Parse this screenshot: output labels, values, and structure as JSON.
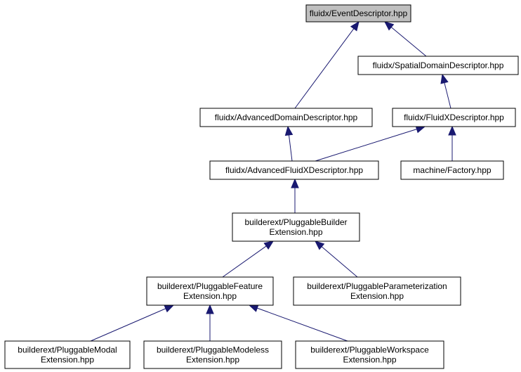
{
  "graph": {
    "nodes": [
      {
        "id": "event",
        "lines": [
          "fluidx/EventDescriptor.hpp"
        ],
        "highlight": true
      },
      {
        "id": "spatial",
        "lines": [
          "fluidx/SpatialDomainDescriptor.hpp"
        ]
      },
      {
        "id": "advdomain",
        "lines": [
          "fluidx/AdvancedDomainDescriptor.hpp"
        ]
      },
      {
        "id": "fluidxdesc",
        "lines": [
          "fluidx/FluidXDescriptor.hpp"
        ]
      },
      {
        "id": "advfluidx",
        "lines": [
          "fluidx/AdvancedFluidXDescriptor.hpp"
        ]
      },
      {
        "id": "factory",
        "lines": [
          "machine/Factory.hpp"
        ]
      },
      {
        "id": "builder",
        "lines": [
          "builderext/PluggableBuilder",
          "Extension.hpp"
        ]
      },
      {
        "id": "feature",
        "lines": [
          "builderext/PluggableFeature",
          "Extension.hpp"
        ]
      },
      {
        "id": "param",
        "lines": [
          "builderext/PluggableParameterization",
          "Extension.hpp"
        ]
      },
      {
        "id": "modal",
        "lines": [
          "builderext/PluggableModal",
          "Extension.hpp"
        ]
      },
      {
        "id": "modeless",
        "lines": [
          "builderext/PluggableModeless",
          "Extension.hpp"
        ]
      },
      {
        "id": "workspace",
        "lines": [
          "builderext/PluggableWorkspace",
          "Extension.hpp"
        ]
      }
    ],
    "edges": [
      {
        "from": "advdomain",
        "to": "event"
      },
      {
        "from": "spatial",
        "to": "event"
      },
      {
        "from": "fluidxdesc",
        "to": "spatial"
      },
      {
        "from": "advfluidx",
        "to": "advdomain"
      },
      {
        "from": "advfluidx",
        "to": "fluidxdesc"
      },
      {
        "from": "factory",
        "to": "fluidxdesc"
      },
      {
        "from": "builder",
        "to": "advfluidx"
      },
      {
        "from": "feature",
        "to": "builder"
      },
      {
        "from": "param",
        "to": "builder"
      },
      {
        "from": "modal",
        "to": "feature"
      },
      {
        "from": "modeless",
        "to": "feature"
      },
      {
        "from": "workspace",
        "to": "feature"
      }
    ],
    "colors": {
      "edge": "#191970",
      "highlight_fill": "#bfbfbf",
      "box_fill": "#ffffff",
      "box_stroke": "#000000"
    }
  }
}
